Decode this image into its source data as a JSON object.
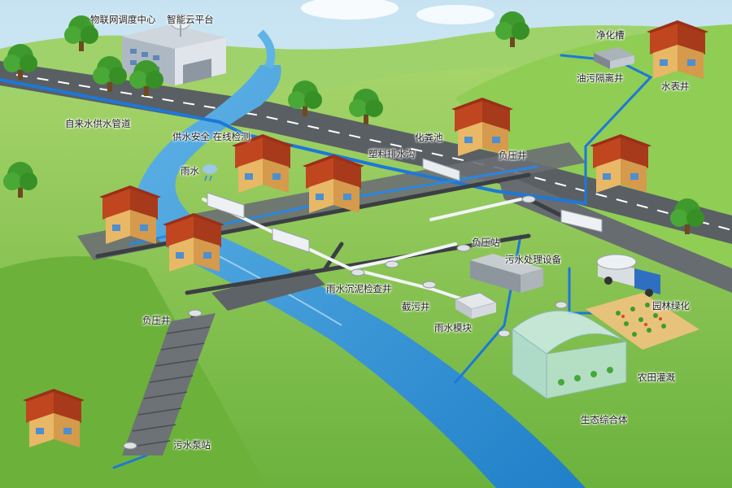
{
  "labels": {
    "platform_line1": "物联网调度中心",
    "platform_line2": "智能云平台",
    "water_supply_pipe": "自来水供水管道",
    "monitor_line1": "供水安全",
    "monitor_line2": "在线检测",
    "rain": "雨水",
    "septic_tank": "化粪池",
    "plastic_drain": "塑料排水沟",
    "negative_pressure_well_top": "负压井",
    "purification_tank": "净化槽",
    "oil_separator_well": "油污隔离井",
    "water_meter_well": "水表井",
    "negative_pressure_station": "负压站",
    "sewage_treatment": "污水处理设备",
    "rain_silt_well": "雨水沉泥检查井",
    "intercept_well": "截污井",
    "rain_module": "雨水模块",
    "garden_greening": "园林绿化",
    "negative_pressure_well_left": "负压井",
    "farmland_irrigation": "农田灌溉",
    "eco_complex": "生态综合体",
    "sewage_pump_station": "污水泵站"
  },
  "colors": {
    "sky": "#cfe8f3",
    "grass": "#7ec24a",
    "road": "#555a5e",
    "river": "#2f8fd3",
    "pipe_blue": "#1d78d8",
    "pipe_dark": "#3b3f44",
    "roof": "#b23a1e",
    "wall": "#e6b25d"
  }
}
